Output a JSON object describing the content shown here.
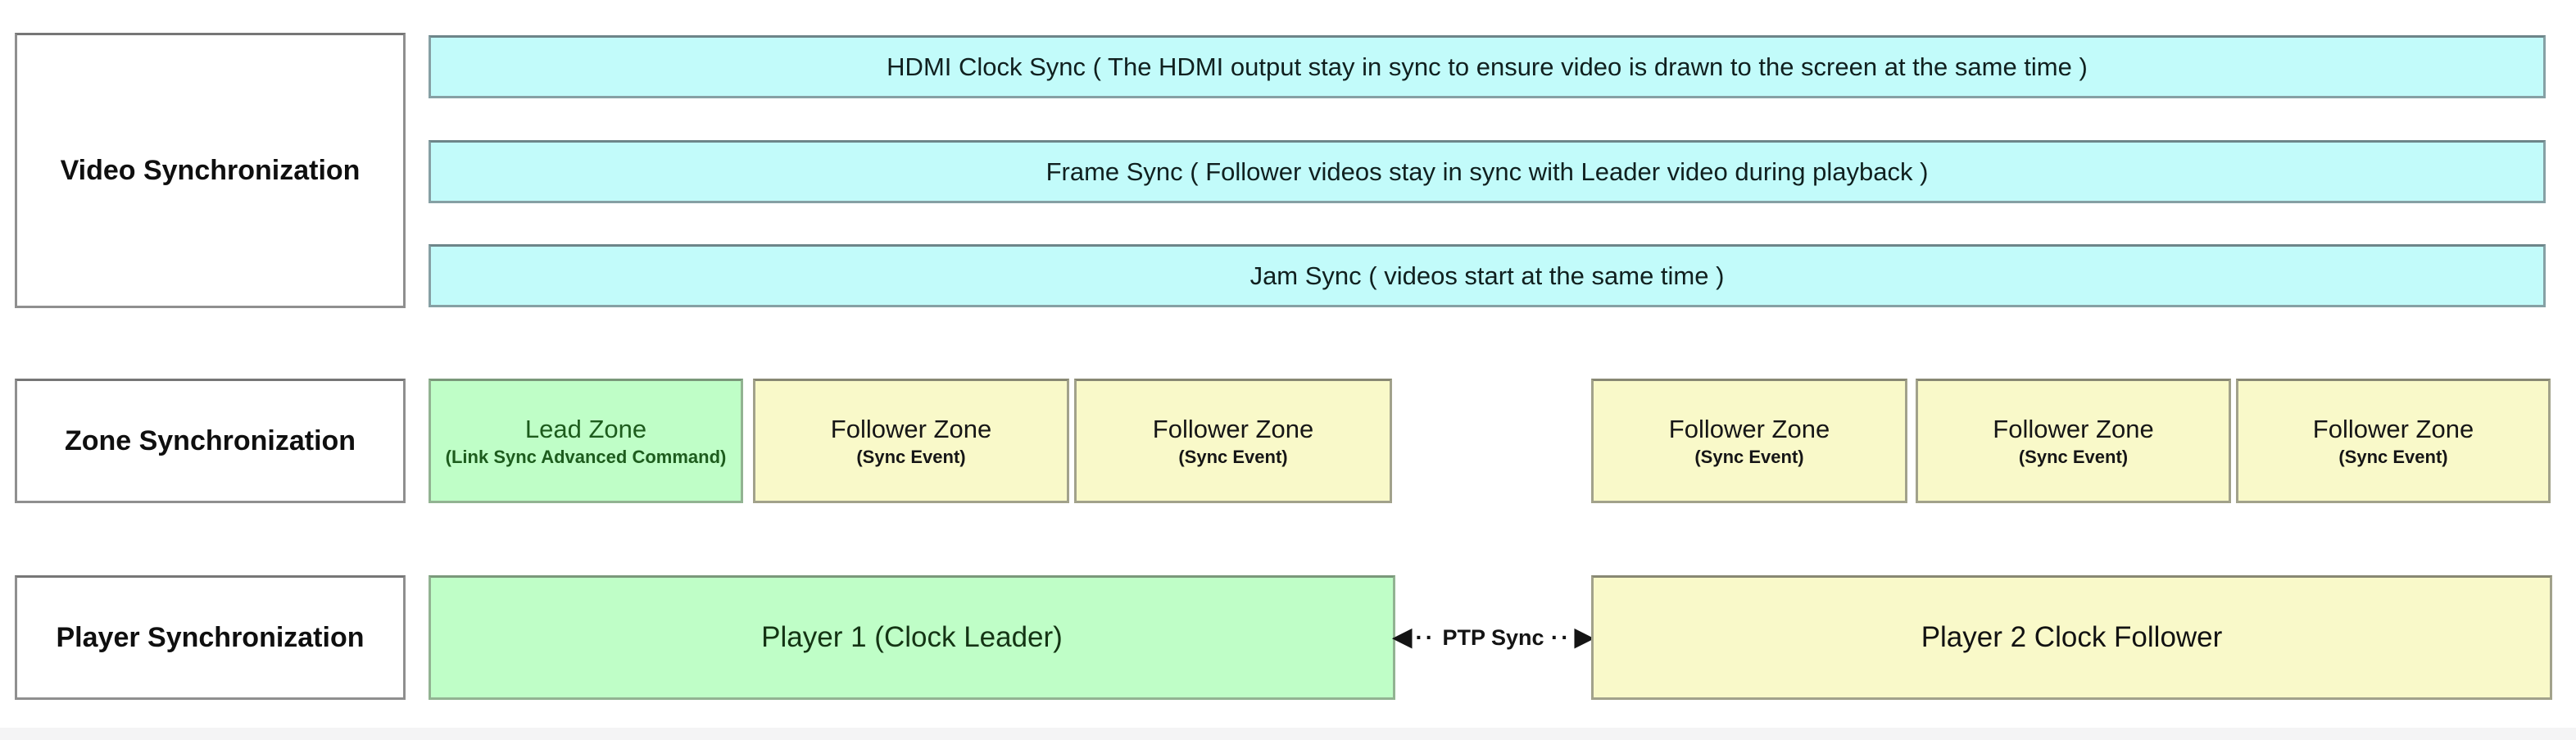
{
  "video": {
    "label": "Video Synchronization",
    "bars": [
      "HDMI Clock Sync ( The HDMI output stay in sync to ensure video is drawn to the screen at the same time )",
      "Frame Sync ( Follower videos stay in sync with Leader video during playback )",
      "Jam Sync ( videos start at the same time )"
    ]
  },
  "zones": {
    "label": "Zone Synchronization",
    "lead": {
      "title": "Lead Zone",
      "subtitle": "(Link Sync Advanced Command)"
    },
    "followers": [
      {
        "title": "Follower Zone",
        "subtitle": "(Sync Event)"
      },
      {
        "title": "Follower Zone",
        "subtitle": "(Sync Event)"
      },
      {
        "title": "Follower Zone",
        "subtitle": "(Sync Event)"
      },
      {
        "title": "Follower Zone",
        "subtitle": "(Sync Event)"
      },
      {
        "title": "Follower Zone",
        "subtitle": "(Sync Event)"
      }
    ]
  },
  "players": {
    "label": "Player Synchronization",
    "leader": "Player 1 (Clock Leader)",
    "follower": "Player 2 Clock Follower",
    "connector": {
      "left_arrow": "◀",
      "dots": "··",
      "label": "PTP Sync",
      "right_arrow": "▶"
    }
  },
  "colors": {
    "cyan": "#c2fbfa",
    "green": "#bffec7",
    "yellow": "#f9f9c9",
    "page_bg": "#ffffff",
    "footer_strip": "#f4f4f5"
  }
}
